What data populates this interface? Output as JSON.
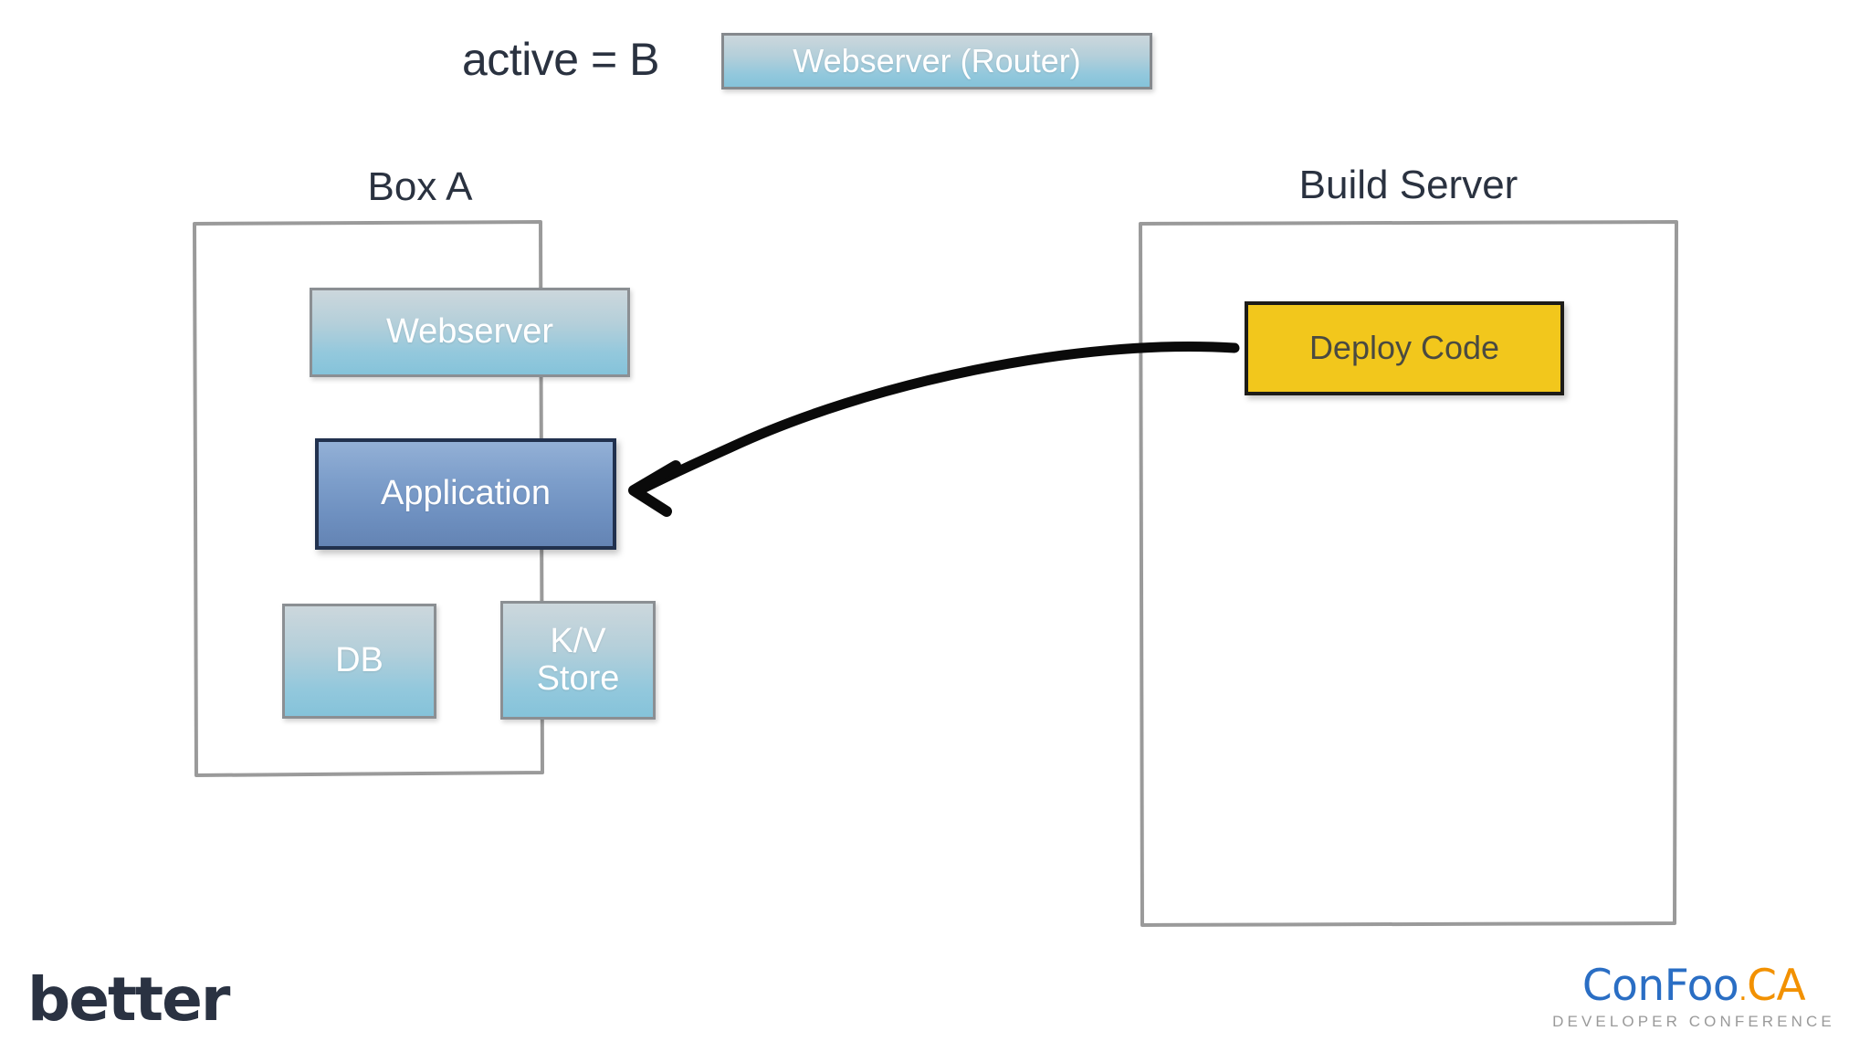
{
  "header": {
    "active_label": "active = B",
    "router_box_label": "Webserver (Router)"
  },
  "box_a": {
    "title": "Box A",
    "components": {
      "webserver": "Webserver",
      "application": "Application",
      "db": "DB",
      "kv_line1": "K/V",
      "kv_line2": "Store"
    }
  },
  "build_server": {
    "title": "Build Server",
    "components": {
      "deploy": "Deploy Code"
    }
  },
  "arrow": {
    "name": "deploy-arrow",
    "from": "Deploy Code",
    "to": "Application"
  },
  "branding": {
    "better_logo": "better",
    "confoo_primary": "ConFoo",
    "confoo_dot": ".",
    "confoo_tld": "CA",
    "confoo_tagline": "DEVELOPER CONFERENCE"
  },
  "colors": {
    "text_dark": "#2a3240",
    "component_fill_top": "#ccd7dc",
    "component_fill_bottom": "#85c3da",
    "application_fill": "#6e90c0",
    "application_border": "#21314e",
    "deploy_fill": "#f2c71c",
    "deploy_border": "#1d1c18",
    "container_border": "#9a9a9a",
    "confoo_blue": "#2a6ec4",
    "confoo_orange": "#f29100",
    "confoo_gray": "#9a9a9a",
    "better_navy": "#2a3242"
  }
}
